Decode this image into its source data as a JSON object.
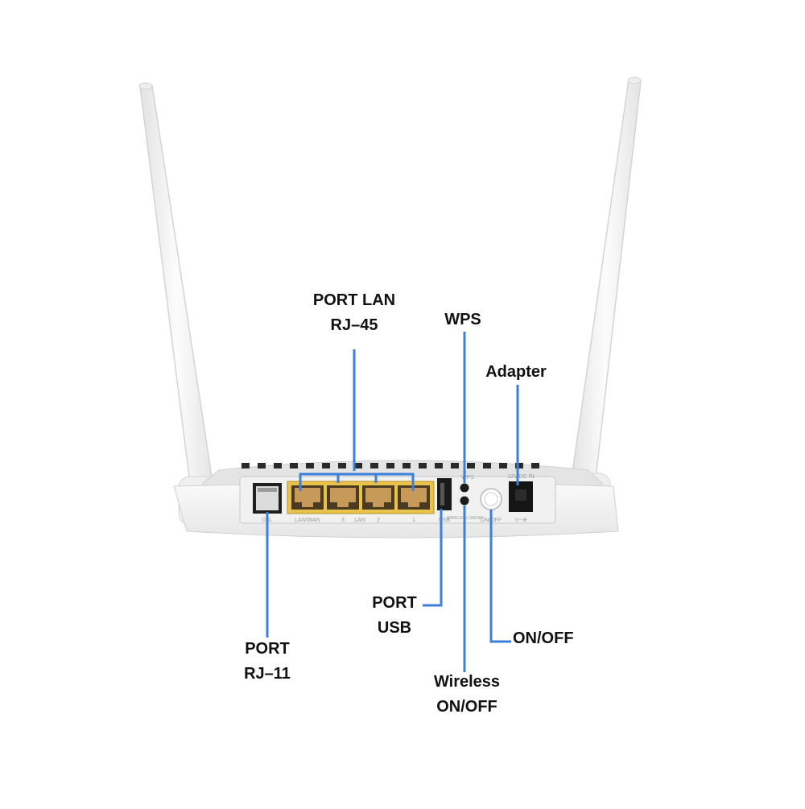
{
  "callouts": {
    "port_lan": {
      "line1": "PORT LAN",
      "line2": "RJ–45"
    },
    "wps": {
      "label": "WPS"
    },
    "adapter": {
      "label": "Adapter"
    },
    "port_usb": {
      "line1": "PORT",
      "line2": "USB"
    },
    "on_off": {
      "label": "ON/OFF"
    },
    "port_rj11": {
      "line1": "PORT",
      "line2": "RJ–11"
    },
    "wireless": {
      "line1": "Wireless",
      "line2": "ON/OFF"
    }
  },
  "panel_labels": {
    "dsl": "DSL",
    "lan_wan": "LAN/WAN",
    "lan3": "3",
    "lan": "LAN",
    "lan2": "2",
    "lan1": "1",
    "usb": "USB",
    "wps": "WPS",
    "wireless_onoff": "WIRELESS ON/OFF",
    "power_onoff": "ON/OFF",
    "dc_in": "12V DC IN"
  },
  "colors": {
    "leader_line": "#3d7fd9",
    "router_body": "#f4f4f4",
    "lan_port": "#e9c24a"
  }
}
